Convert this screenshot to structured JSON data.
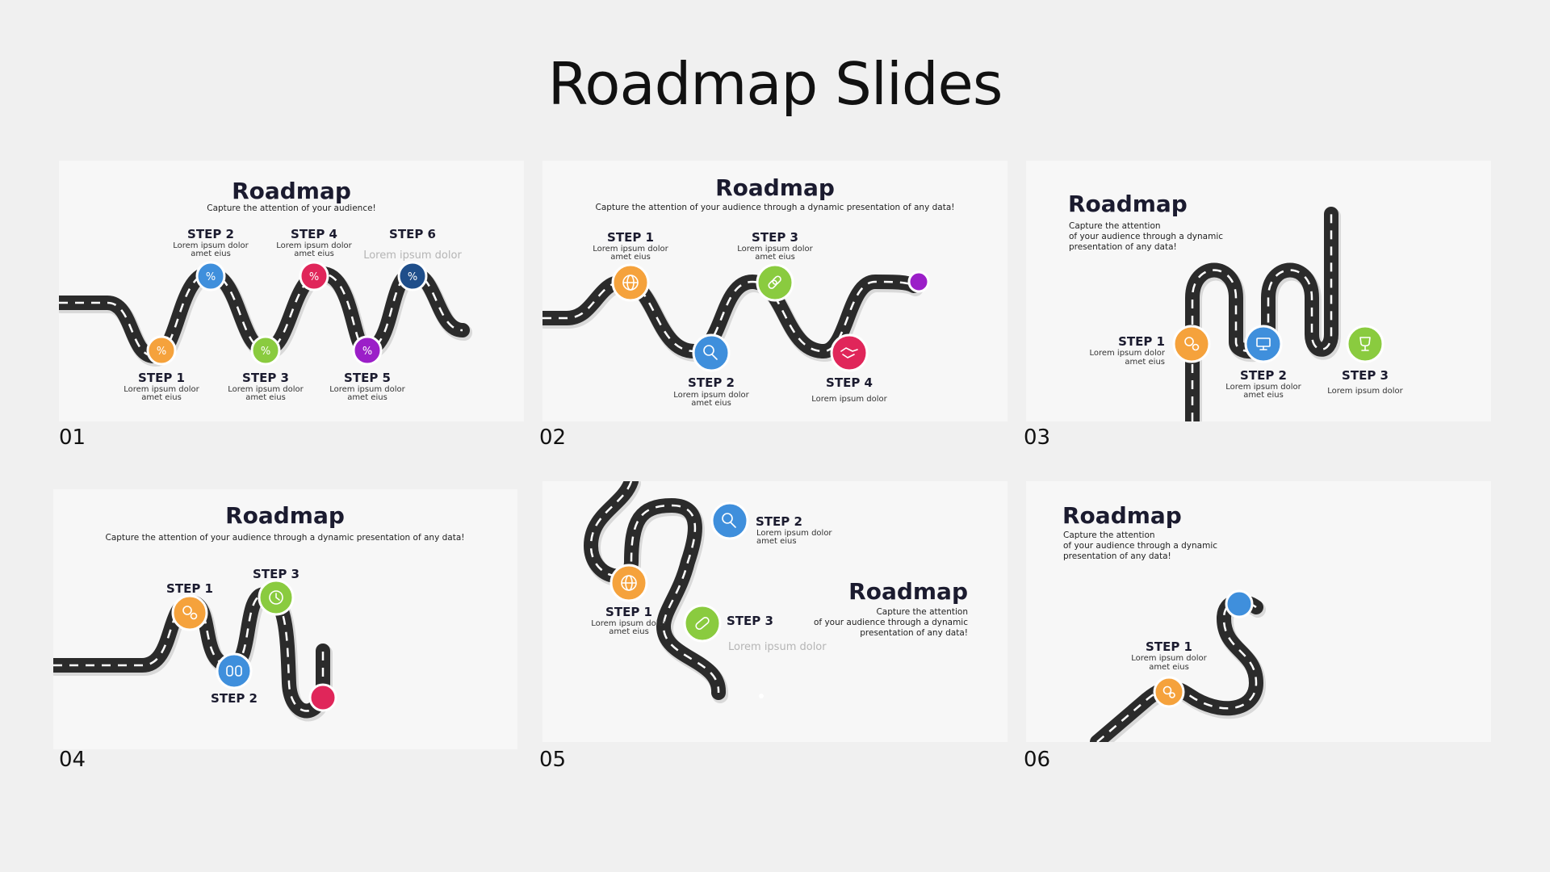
{
  "page_title": "Roadmap Slides",
  "colors": {
    "orange": "#f5a23c",
    "blue": "#3f8fdc",
    "green": "#8acb3f",
    "pink": "#e0265a",
    "purple": "#9b1fc8",
    "navy": "#1f4e8a",
    "road": "#2b2b2b",
    "background": "#f0f0f0"
  },
  "slides": [
    {
      "number": "01",
      "title": "Roadmap",
      "subtitle": "Capture the attention of your audience!",
      "steps": [
        {
          "label": "STEP 1",
          "desc1": "Lorem ipsum dolor",
          "desc2": "amet eius",
          "icon": "percent-icon",
          "color": "orange"
        },
        {
          "label": "STEP 2",
          "desc1": "Lorem ipsum dolor",
          "desc2": "amet eius",
          "icon": "percent-icon",
          "color": "blue"
        },
        {
          "label": "STEP 3",
          "desc1": "Lorem ipsum dolor",
          "desc2": "amet eius",
          "icon": "percent-icon",
          "color": "green"
        },
        {
          "label": "STEP 4",
          "desc1": "Lorem ipsum dolor",
          "desc2": "amet eius",
          "icon": "percent-icon",
          "color": "pink"
        },
        {
          "label": "STEP 5",
          "desc1": "Lorem ipsum dolor",
          "desc2": "amet eius",
          "icon": "percent-icon",
          "color": "purple"
        },
        {
          "label": "STEP 6",
          "desc1": "Lorem ipsum dolor",
          "desc2": "",
          "icon": "percent-icon",
          "color": "navy"
        }
      ]
    },
    {
      "number": "02",
      "title": "Roadmap",
      "subtitle": "Capture the attention of your audience through a dynamic presentation of any data!",
      "steps": [
        {
          "label": "STEP 1",
          "desc1": "Lorem ipsum dolor",
          "desc2": "amet eius",
          "icon": "globe-icon",
          "color": "orange"
        },
        {
          "label": "STEP 2",
          "desc1": "Lorem ipsum dolor",
          "desc2": "amet eius",
          "icon": "magnifier-icon",
          "color": "blue"
        },
        {
          "label": "STEP 3",
          "desc1": "Lorem ipsum dolor",
          "desc2": "amet eius",
          "icon": "link-icon",
          "color": "green"
        },
        {
          "label": "STEP 4",
          "desc1": "Lorem ipsum dolor",
          "desc2": "",
          "icon": "handshake-icon",
          "color": "pink"
        }
      ]
    },
    {
      "number": "03",
      "title": "Roadmap",
      "subtitle_lines": [
        "Capture the attention",
        "of your audience through a dynamic",
        "presentation of any data!"
      ],
      "steps": [
        {
          "label": "STEP 1",
          "desc1": "Lorem ipsum dolor",
          "desc2": "amet eius",
          "icon": "gears-icon",
          "color": "orange"
        },
        {
          "label": "STEP 2",
          "desc1": "Lorem ipsum dolor",
          "desc2": "amet eius",
          "icon": "monitor-icon",
          "color": "blue"
        },
        {
          "label": "STEP 3",
          "desc1": "Lorem ipsum dolor",
          "desc2": "",
          "icon": "trophy-icon",
          "color": "green"
        }
      ]
    },
    {
      "number": "04",
      "title": "Roadmap",
      "subtitle": "Capture the attention of your audience through a dynamic presentation of any data!",
      "steps": [
        {
          "label": "STEP 1",
          "icon": "gears-icon",
          "color": "orange"
        },
        {
          "label": "STEP 2",
          "icon": "binoculars-icon",
          "color": "blue"
        },
        {
          "label": "STEP 3",
          "icon": "clock-icon",
          "color": "green"
        }
      ]
    },
    {
      "number": "05",
      "title": "Roadmap",
      "subtitle_lines": [
        "Capture the attention",
        "of your audience through a dynamic",
        "presentation of any data!"
      ],
      "steps": [
        {
          "label": "STEP 1",
          "desc1": "Lorem ipsum dolor",
          "desc2": "amet eius",
          "icon": "globe-icon",
          "color": "orange"
        },
        {
          "label": "STEP 2",
          "desc1": "Lorem ipsum dolor",
          "desc2": "amet eius",
          "icon": "magnifier-icon",
          "color": "blue"
        },
        {
          "label": "STEP 3",
          "desc1": "Lorem ipsum dolor",
          "desc2": "",
          "icon": "pill-icon",
          "color": "green"
        }
      ]
    },
    {
      "number": "06",
      "title": "Roadmap",
      "subtitle_lines": [
        "Capture the attention",
        "of your audience through a dynamic",
        "presentation of any data!"
      ],
      "steps": [
        {
          "label": "STEP 1",
          "desc1": "Lorem ipsum dolor",
          "desc2": "amet eius",
          "icon": "gears-icon",
          "color": "orange"
        }
      ]
    }
  ]
}
